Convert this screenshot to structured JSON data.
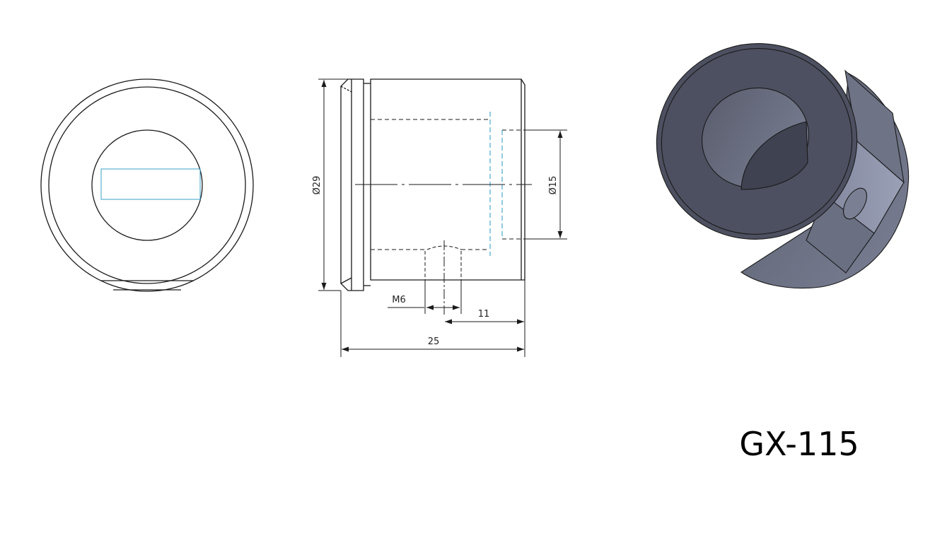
{
  "part_number": "GX-115",
  "dimensions": {
    "outer_diameter": "Ø29",
    "bore_diameter": "Ø15",
    "thread": "M6",
    "hole_offset": "11",
    "overall_length": "25"
  },
  "colors": {
    "line": "#1a1a1a",
    "hidden_blue": "#3aa0c8",
    "solid_dark": "#4a4d5a",
    "solid_mid": "#6a6e80",
    "solid_light": "#8a8fa3"
  }
}
